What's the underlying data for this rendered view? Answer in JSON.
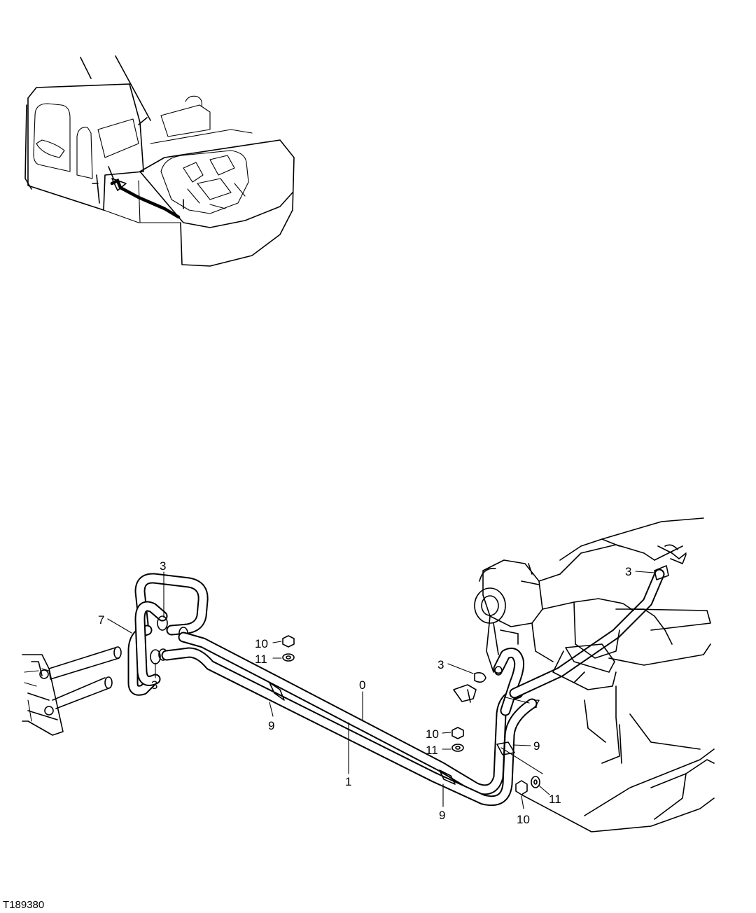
{
  "drawing_ref": "T189380",
  "callouts": {
    "c3_top_left": "3",
    "c3_bottom_left": "3",
    "c3_top_right": "3",
    "c3_mid_right": "3",
    "c7_left": "7",
    "c7_right": "7",
    "c10_center": "10",
    "c11_center": "11",
    "c0_tube": "0",
    "c1_tube": "1",
    "c9_left": "9",
    "c9_center": "9",
    "c9_right": "9",
    "c10_mid": "10",
    "c11_mid": "11",
    "c10_bottom": "10",
    "c11_bottom": "11"
  }
}
